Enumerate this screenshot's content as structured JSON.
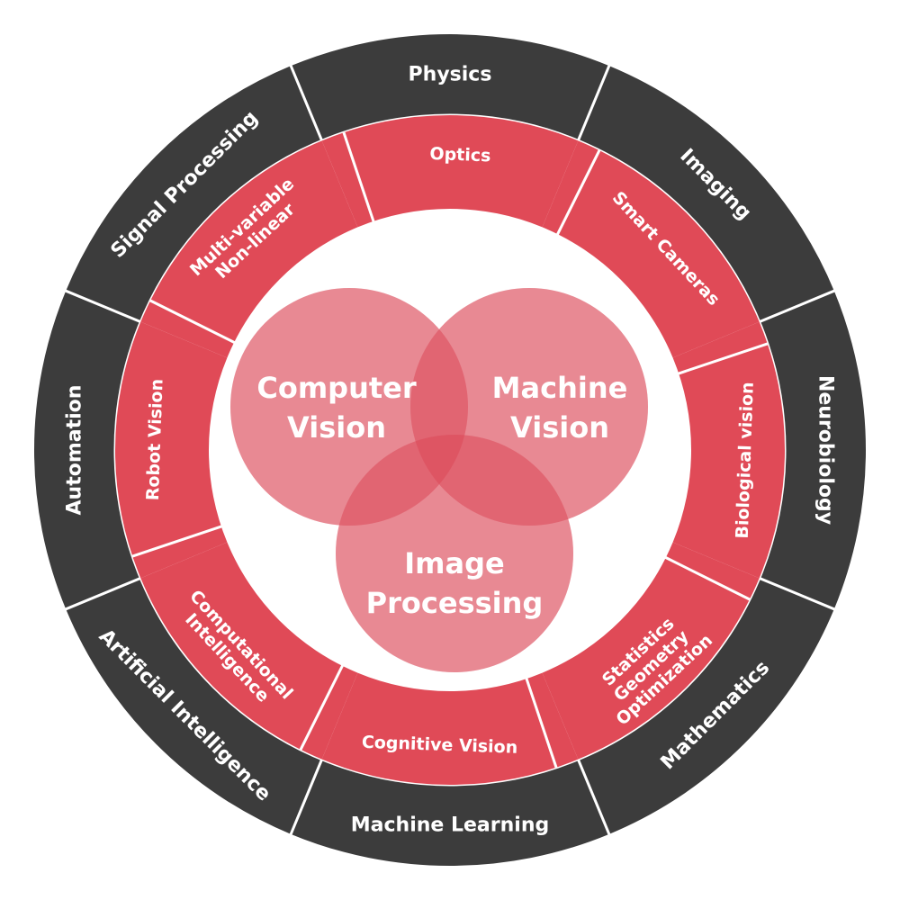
{
  "colors": {
    "outer_ring": "#3c3c3c",
    "inner_ring": "#e04a57",
    "venn_fill": "#e8808a",
    "background": "#ffffff",
    "text": "#ffffff"
  },
  "outer_ring": [
    {
      "label": "Automation"
    },
    {
      "label": "Signal Processing"
    },
    {
      "label": "Physics"
    },
    {
      "label": "Imaging"
    },
    {
      "label": "Neurobiology"
    },
    {
      "label": "Mathematics"
    },
    {
      "label": "Machine Learning"
    },
    {
      "label": "Artificial Intelligence"
    }
  ],
  "inner_ring": [
    {
      "lines": [
        "Robot Vision"
      ]
    },
    {
      "lines": [
        "Multi-variable",
        "Non-linear"
      ]
    },
    {
      "lines": [
        "Optics"
      ]
    },
    {
      "lines": [
        "Smart Cameras"
      ]
    },
    {
      "lines": [
        "Biological vision"
      ]
    },
    {
      "lines": [
        "Statistics",
        "Geometry",
        "Optimization"
      ]
    },
    {
      "lines": [
        "Cognitive Vision"
      ]
    },
    {
      "lines": [
        "Computational",
        "Intelligence"
      ]
    }
  ],
  "venn": [
    {
      "lines": [
        "Computer",
        "Vision"
      ]
    },
    {
      "lines": [
        "Machine",
        "Vision"
      ]
    },
    {
      "lines": [
        "Image",
        "Processing"
      ]
    }
  ]
}
